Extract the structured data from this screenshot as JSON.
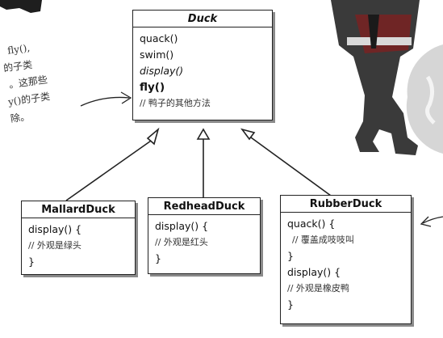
{
  "duck": {
    "name": "Duck",
    "methods": [
      "quack()",
      "swim()"
    ],
    "abstract_method": "display()",
    "new_method": "fly()",
    "other_note": "// 鸭子的其他方法"
  },
  "subclasses": {
    "mallard": {
      "name": "MallardDuck",
      "open": "display() {",
      "comment": "// 外观是绿头",
      "close": "}"
    },
    "redhead": {
      "name": "RedheadDuck",
      "open": "display() {",
      "comment": "// 外观是红头",
      "close": "}"
    },
    "rubber": {
      "name": "RubberDuck",
      "quack_open": "quack() {",
      "quack_comment": "// 覆盖成吱吱叫",
      "quack_close": "}",
      "display_open": "display() {",
      "display_comment": "// 外观是橡皮鸭",
      "display_close": "}"
    }
  },
  "handwritten_note": {
    "line1": "fly(),",
    "line2": "的子类",
    "line3": "。这那些",
    "line4": "y()的子类",
    "line5": "除。"
  },
  "colors": {
    "ink": "#222222",
    "shadow": "#8a8a8a",
    "background": "#ffffff"
  }
}
